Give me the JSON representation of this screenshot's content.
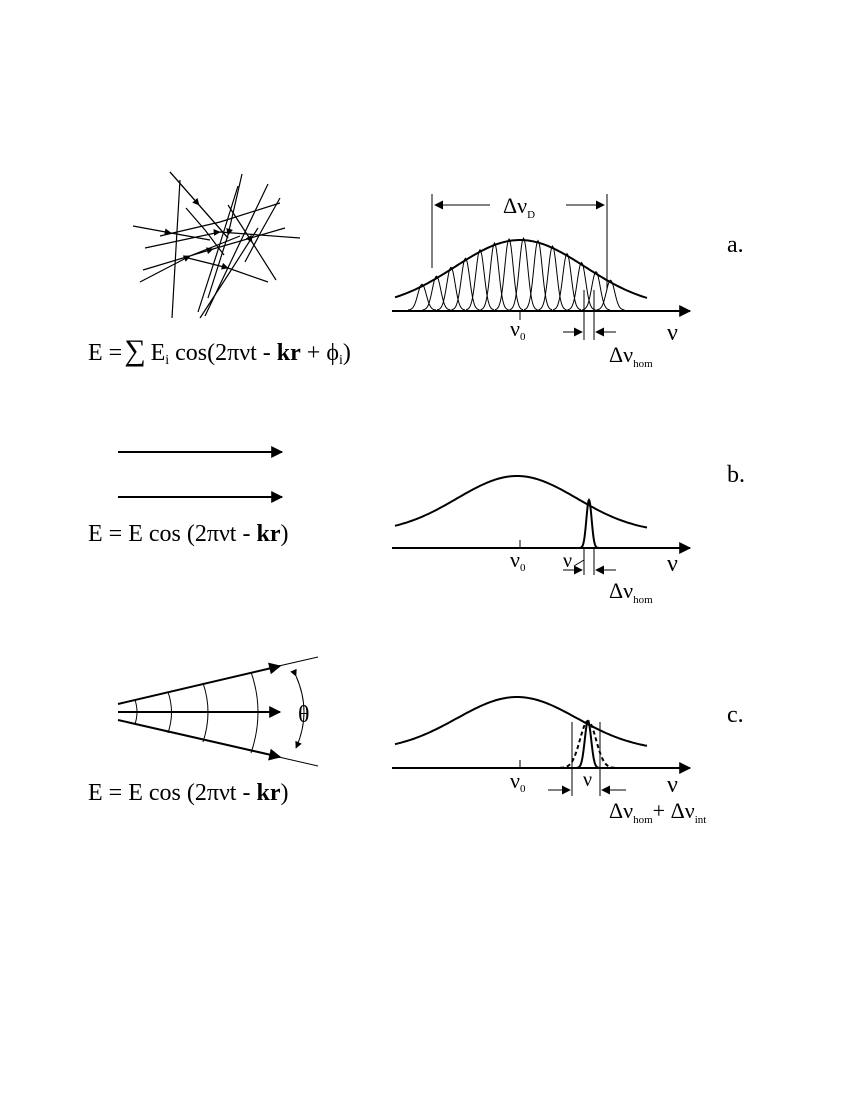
{
  "panel_a": {
    "label": "a.",
    "equation": {
      "lhs": "E =",
      "sum_symbol": "∑",
      "field": "E",
      "field_sub": "i",
      "cos_open": " cos(2πνt - ",
      "bold_k_r": "kr",
      "plus": " + ϕ",
      "phase_sub": "i",
      "close": ")"
    },
    "doppler_width": {
      "sym": "Δν",
      "sub": "D"
    },
    "center_freq": {
      "sym": "ν",
      "sub": "0"
    },
    "axis_label": "ν",
    "hom_width": {
      "sym": "Δν",
      "sub": "hom"
    }
  },
  "panel_b": {
    "label": "b.",
    "equation": {
      "prefix": "E = E cos (2πνt - ",
      "bold_k_r": "kr",
      "close": ")"
    },
    "center_freq": {
      "sym": "ν",
      "sub": "0"
    },
    "laser_freq": "ν",
    "axis_label": "ν",
    "hom_width": {
      "sym": "Δν",
      "sub": "hom"
    }
  },
  "panel_c": {
    "label": "c.",
    "equation": {
      "prefix": "E = E cos (2πνt - ",
      "bold_k_r": "kr",
      "close": ")"
    },
    "angle_label": "θ",
    "center_freq": {
      "sym": "ν",
      "sub": "0"
    },
    "laser_freq": "ν",
    "axis_label": "ν",
    "width_sum": {
      "sym1": "Δν",
      "sub1": "hom",
      "plus": "+ ",
      "sym2": "Δν",
      "sub2": "int"
    }
  }
}
